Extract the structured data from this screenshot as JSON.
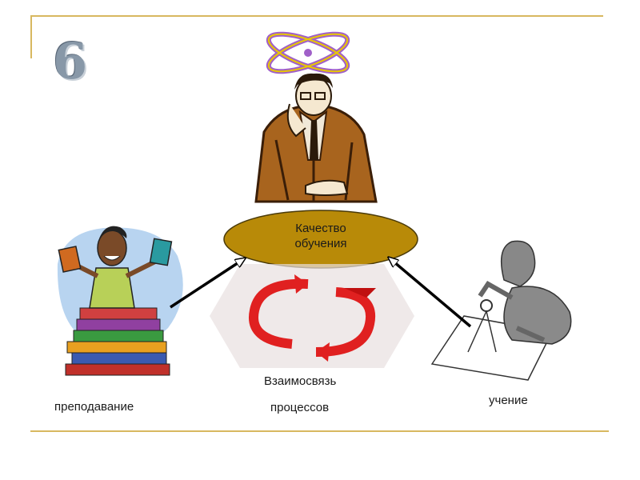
{
  "slide": {
    "number": "6"
  },
  "center": {
    "line1": "Качество",
    "line2": "обучения"
  },
  "labels": {
    "teaching": "преподавание",
    "relation_line1": "Взаимосвязь",
    "relation_line2": "процессов",
    "learning": "учение"
  },
  "colors": {
    "rule": "#d8b860",
    "ellipse_fill": "#b88a08",
    "arrow": "#000000",
    "cycle_red": "#e02020",
    "atom": "#a060c8",
    "atom_inner": "#e8c800"
  },
  "icons": [
    "atom-icon",
    "thinking-man-icon",
    "woman-with-books-icon",
    "cycle-arrows-icon",
    "drawing-woman-icon"
  ]
}
